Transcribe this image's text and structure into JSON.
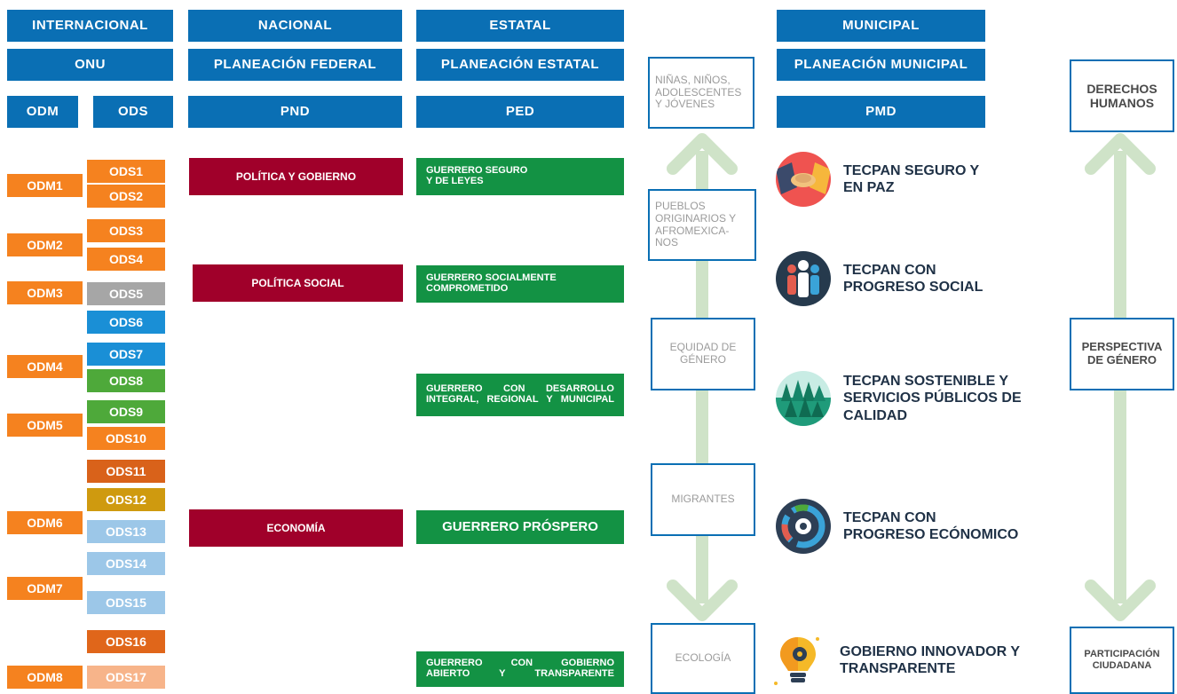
{
  "headers": {
    "internacional": "INTERNACIONAL",
    "nacional": "NACIONAL",
    "estatal": "ESTATAL",
    "municipal": "MUNICIPAL",
    "onu": "ONU",
    "planeacion_federal": "PLANEACIÓN FEDERAL",
    "planeacion_estatal": "PLANEACIÓN ESTATAL",
    "planeacion_municipal": "PLANEACIÓN MUNICIPAL",
    "odm": "ODM",
    "ods": "ODS",
    "pnd": "PND",
    "ped": "PED",
    "pmd": "PMD"
  },
  "odm": [
    "ODM1",
    "ODM2",
    "ODM3",
    "ODM4",
    "ODM5",
    "ODM6",
    "ODM7",
    "ODM8"
  ],
  "ods": [
    "ODS1",
    "ODS2",
    "ODS3",
    "ODS4",
    "ODS5",
    "ODS6",
    "ODS7",
    "ODS8",
    "ODS9",
    "ODS10",
    "ODS11",
    "ODS12",
    "ODS13",
    "ODS14",
    "ODS15",
    "ODS16",
    "ODS17"
  ],
  "ods_colors": [
    "#f5821f",
    "#f5821f",
    "#f5821f",
    "#f5821f",
    "#a6a6a6",
    "#1a8fd6",
    "#1a8fd6",
    "#4ea93a",
    "#4ea93a",
    "#f5821f",
    "#d9621a",
    "#cf9a0f",
    "#9cc7e8",
    "#9cc7e8",
    "#9cc7e8",
    "#e0661a",
    "#f7b48a"
  ],
  "pnd": [
    "POLÍTICA Y GOBIERNO",
    "POLÍTICA SOCIAL",
    "ECONOMÍA"
  ],
  "ped": {
    "p1_l1": "GUERRERO SEGURO",
    "p1_l2": "Y DE LEYES",
    "p2_l1": "GUERRERO SOCIALMENTE",
    "p2_l2": "COMPROMETIDO",
    "p3_l1": "GUERRERO CON DESARROLLO",
    "p3_l2": "INTEGRAL, REGIONAL Y MUNICIPAL",
    "p4": "GUERRERO PRÓSPERO",
    "p5_l1": "GUERRERO CON GOBIERNO",
    "p5_l2": "ABIERTO Y TRANSPARENTE"
  },
  "transversales": {
    "t1_l1": "NIÑAS, NIÑOS,",
    "t1_l2": "ADOLESCENTES",
    "t1_l3": "Y JÓVENES",
    "t2_l1": "PUEBLOS",
    "t2_l2": "ORIGINARIOS Y",
    "t2_l3": "AFROMEXICA-",
    "t2_l4": "NOS",
    "t3_l1": "EQUIDAD DE",
    "t3_l2": "GÉNERO",
    "t4": "MIGRANTES",
    "t5": "ECOLOGÍA"
  },
  "pmd": {
    "e1_l1": "TECPAN SEGURO Y",
    "e1_l2": "EN PAZ",
    "e2_l1": "TECPAN CON",
    "e2_l2": "PROGRESO SOCIAL",
    "e3_l1": "TECPAN SOSTENIBLE Y",
    "e3_l2": "SERVICIOS PÚBLICOS DE",
    "e3_l3": "CALIDAD",
    "e4_l1": "TECPAN CON",
    "e4_l2": "PROGRESO ECÓNOMICO",
    "e5_l1": "GOBIERNO INNOVADOR Y",
    "e5_l2": "TRANSPARENTE"
  },
  "ejes_derecha": {
    "d1_l1": "DERECHOS",
    "d1_l2": "HUMANOS",
    "d2_l1": "PERSPECTIVA",
    "d2_l2": "DE GÉNERO",
    "d3_l1": "PARTICIPACIÓN",
    "d3_l2": "CIUDADANA"
  },
  "icons": [
    "handshake-icon",
    "people-icon",
    "forest-icon",
    "gear-chart-icon",
    "lightbulb-gear-icon"
  ],
  "colors": {
    "header_blue": "#0a6fb4",
    "odm_orange": "#f5821f",
    "pnd_maroon": "#a0002a",
    "ped_green": "#139244",
    "arrow_green": "#cfe3c8",
    "pmd_text": "#1f3146"
  }
}
